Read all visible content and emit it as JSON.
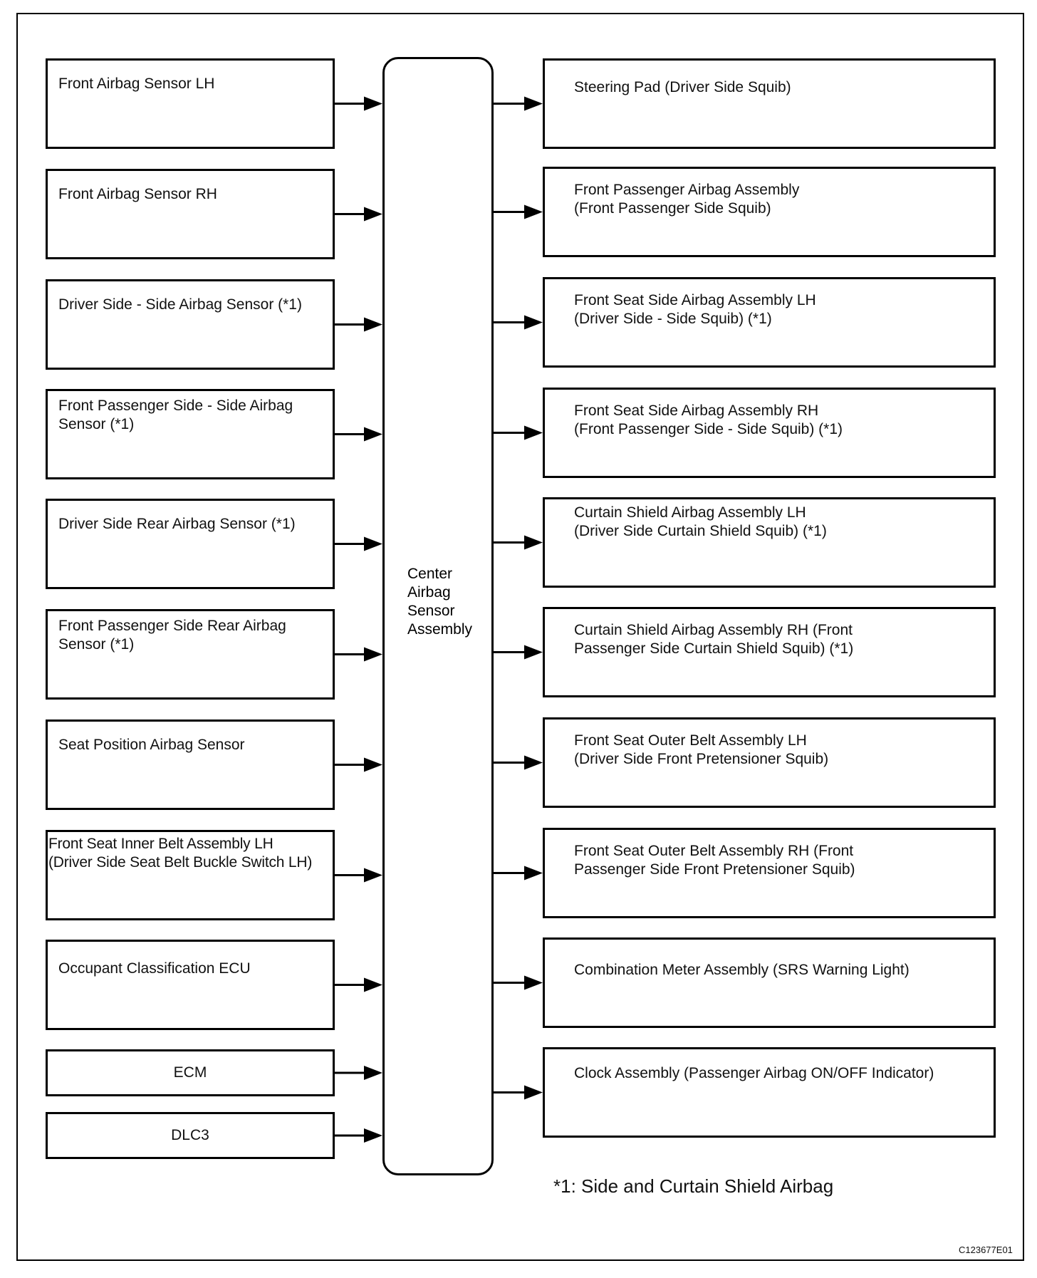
{
  "diagram": {
    "hub": {
      "label": "Center\nAirbag\nSensor\nAssembly"
    },
    "inputs": [
      {
        "label": "Front Airbag Sensor LH"
      },
      {
        "label": "Front Airbag Sensor RH"
      },
      {
        "label": "Driver Side - Side Airbag Sensor (*1)"
      },
      {
        "label": "Front Passenger Side - Side Airbag\nSensor (*1)"
      },
      {
        "label": "Driver Side Rear Airbag Sensor (*1)"
      },
      {
        "label": "Front Passenger Side Rear Airbag\nSensor (*1)"
      },
      {
        "label": "Seat Position Airbag Sensor"
      },
      {
        "label": "Front Seat Inner Belt Assembly LH\n(Driver Side Seat Belt Buckle Switch LH)"
      },
      {
        "label": "Occupant Classification ECU"
      },
      {
        "label": "ECM"
      },
      {
        "label": "DLC3"
      }
    ],
    "outputs": [
      {
        "label": "Steering Pad (Driver Side Squib)"
      },
      {
        "label": "Front Passenger Airbag Assembly\n(Front Passenger Side Squib)"
      },
      {
        "label": "Front Seat Side Airbag Assembly LH\n(Driver Side - Side Squib) (*1)"
      },
      {
        "label": "Front Seat Side Airbag Assembly RH\n(Front Passenger Side - Side Squib) (*1)"
      },
      {
        "label": "Curtain Shield Airbag Assembly LH\n(Driver Side Curtain Shield Squib) (*1)"
      },
      {
        "label": "Curtain Shield Airbag Assembly RH (Front\nPassenger Side Curtain Shield Squib) (*1)"
      },
      {
        "label": "Front Seat Outer Belt Assembly LH\n(Driver Side Front Pretensioner Squib)"
      },
      {
        "label": "Front Seat Outer Belt Assembly RH (Front\nPassenger Side Front Pretensioner Squib)"
      },
      {
        "label": "Combination Meter Assembly (SRS Warning Light)"
      },
      {
        "label": "Clock Assembly (Passenger Airbag ON/OFF Indicator)"
      }
    ],
    "footnote": "*1: Side and Curtain Shield Airbag",
    "figure_code": "C123677E01"
  }
}
